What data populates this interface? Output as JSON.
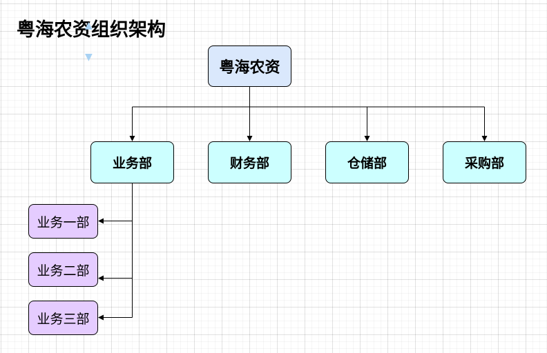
{
  "title": "粤海农资组织架构",
  "colors": {
    "root_fill": "#dae8fc",
    "department_fill": "#ccffff",
    "sub_department_fill": "#e5ccff",
    "stroke": "#000000",
    "move_hint": "#a9d2f3"
  },
  "root": {
    "label": "粤海农资"
  },
  "departments": [
    {
      "label": "业务部"
    },
    {
      "label": "财务部"
    },
    {
      "label": "仓储部"
    },
    {
      "label": "采购部"
    }
  ],
  "sub_departments": [
    {
      "label": "业务一部"
    },
    {
      "label": "业务二部"
    },
    {
      "label": "业务三部"
    }
  ]
}
